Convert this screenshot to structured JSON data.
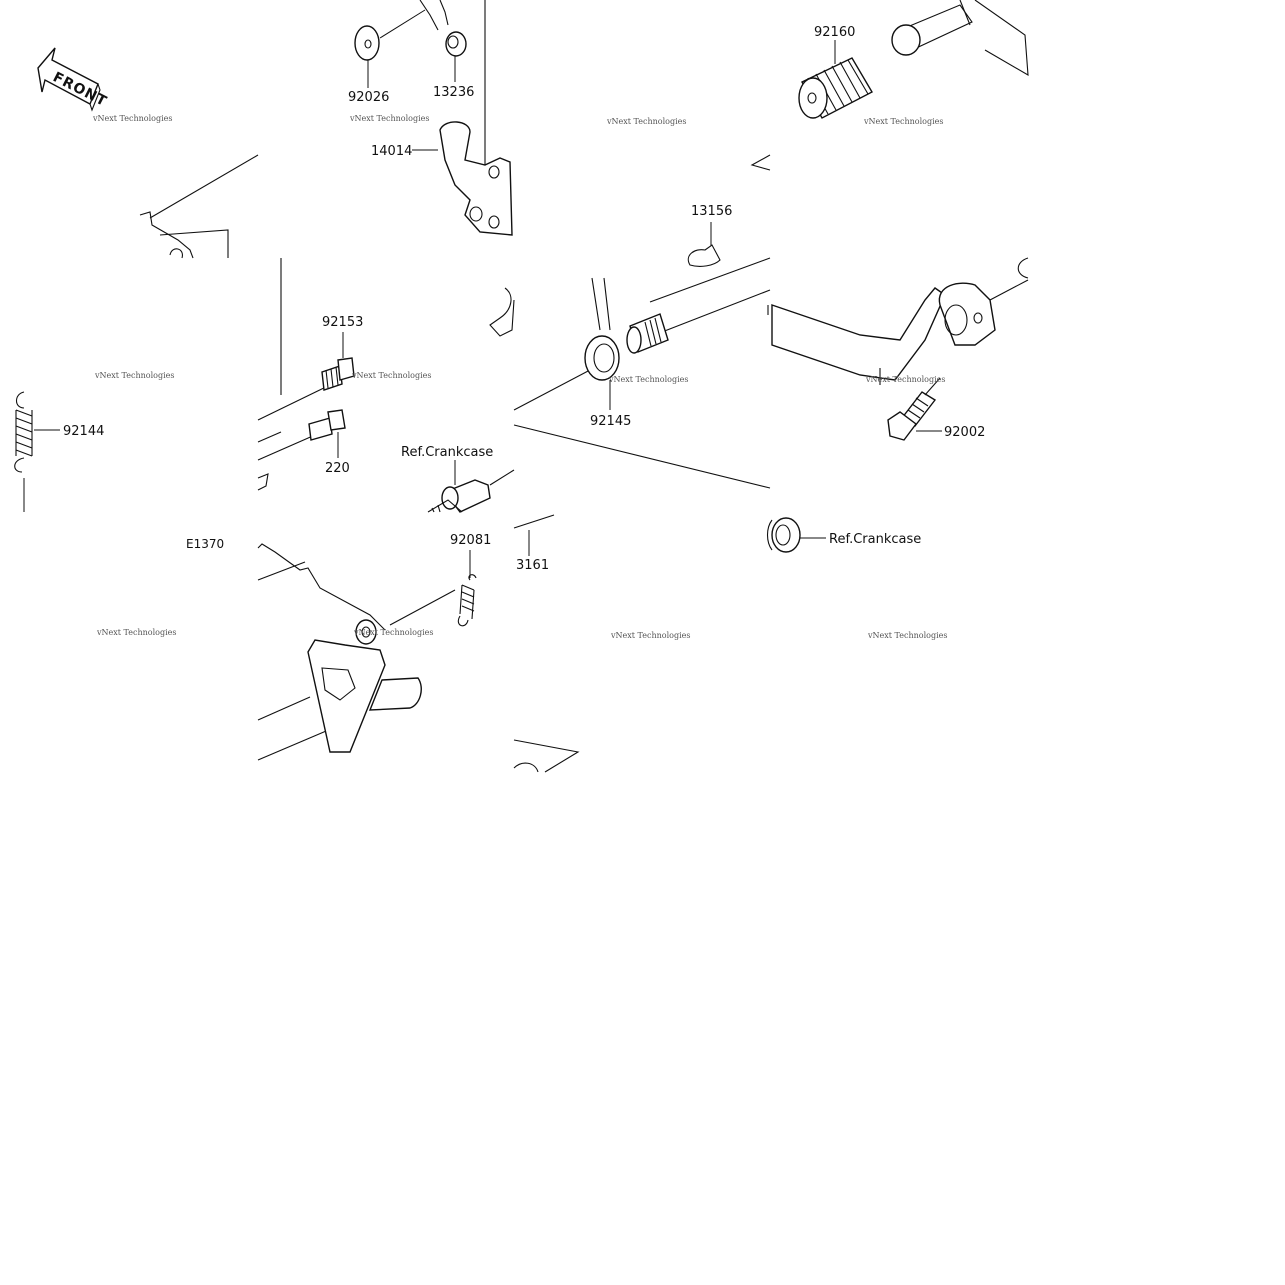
{
  "front_arrow": {
    "label": "FRONT"
  },
  "diagram_code": "E1370",
  "watermark": "vNext Technologies",
  "parts": [
    {
      "id": "p92026",
      "label": "92026"
    },
    {
      "id": "p13236",
      "label": "13236"
    },
    {
      "id": "p14014",
      "label": "14014"
    },
    {
      "id": "p92160",
      "label": "92160"
    },
    {
      "id": "p13156",
      "label": "13156"
    },
    {
      "id": "p92153",
      "label": "92153"
    },
    {
      "id": "p92144",
      "label": "92144"
    },
    {
      "id": "p220",
      "label": "220"
    },
    {
      "id": "p92145",
      "label": "92145"
    },
    {
      "id": "p92002",
      "label": "92002"
    },
    {
      "id": "pref1",
      "label": "Ref.Crankcase"
    },
    {
      "id": "pref2",
      "label": "Ref.Crankcase"
    },
    {
      "id": "p92081",
      "label": "92081"
    },
    {
      "id": "p3161",
      "label": "3161"
    }
  ]
}
